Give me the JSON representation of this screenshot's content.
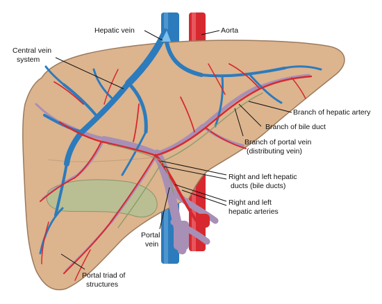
{
  "labels": {
    "hepatic_vein": "Hepatic vein",
    "aorta": "Aorta",
    "central_vein_line1": "Central vein",
    "central_vein_line2": "system",
    "branch_hepatic_artery": "Branch of hepatic artery",
    "branch_bile_duct": "Branch of bile duct",
    "branch_portal_vein_line1": "Branch of portal vein",
    "branch_portal_vein_line2": "(distributing vein)",
    "hepatic_ducts_line1": "Right and left hepatic",
    "hepatic_ducts_line2": "ducts (bile ducts)",
    "hepatic_arteries_line1": "Right and left",
    "hepatic_arteries_line2": "hepatic arteries",
    "portal_vein_line1": "Portal",
    "portal_vein_line2": "vein",
    "portal_triad_line1": "Portal triad of",
    "portal_triad_line2": "structures"
  },
  "colors": {
    "liver": "#dcb48e",
    "liver_edge": "#9b7a5c",
    "vein_blue": "#2c7bbd",
    "artery_red": "#d7282f",
    "portal_purple": "#a78fb6",
    "gallbladder": "#b9bf93"
  }
}
